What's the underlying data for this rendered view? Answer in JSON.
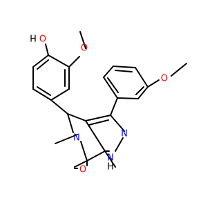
{
  "molecule": {
    "atom_labels": {
      "hydroxyl_oxygen": "O",
      "hydroxyl_hydrogen": "H",
      "methoxy_oxygen_left": "O",
      "methoxy_oxygen_right": "O",
      "ring_nitrogen_methyl": "N",
      "pyrazole_nitrogen": "N",
      "pyrazole_nh_nitrogen": "N",
      "pyrazole_nh_hydrogen": "H",
      "carbonyl_oxygen": "O"
    },
    "colors": {
      "oxygen": "#ff0000",
      "nitrogen": "#0000ff",
      "bond": "#000000",
      "background": "#ffffff"
    }
  }
}
